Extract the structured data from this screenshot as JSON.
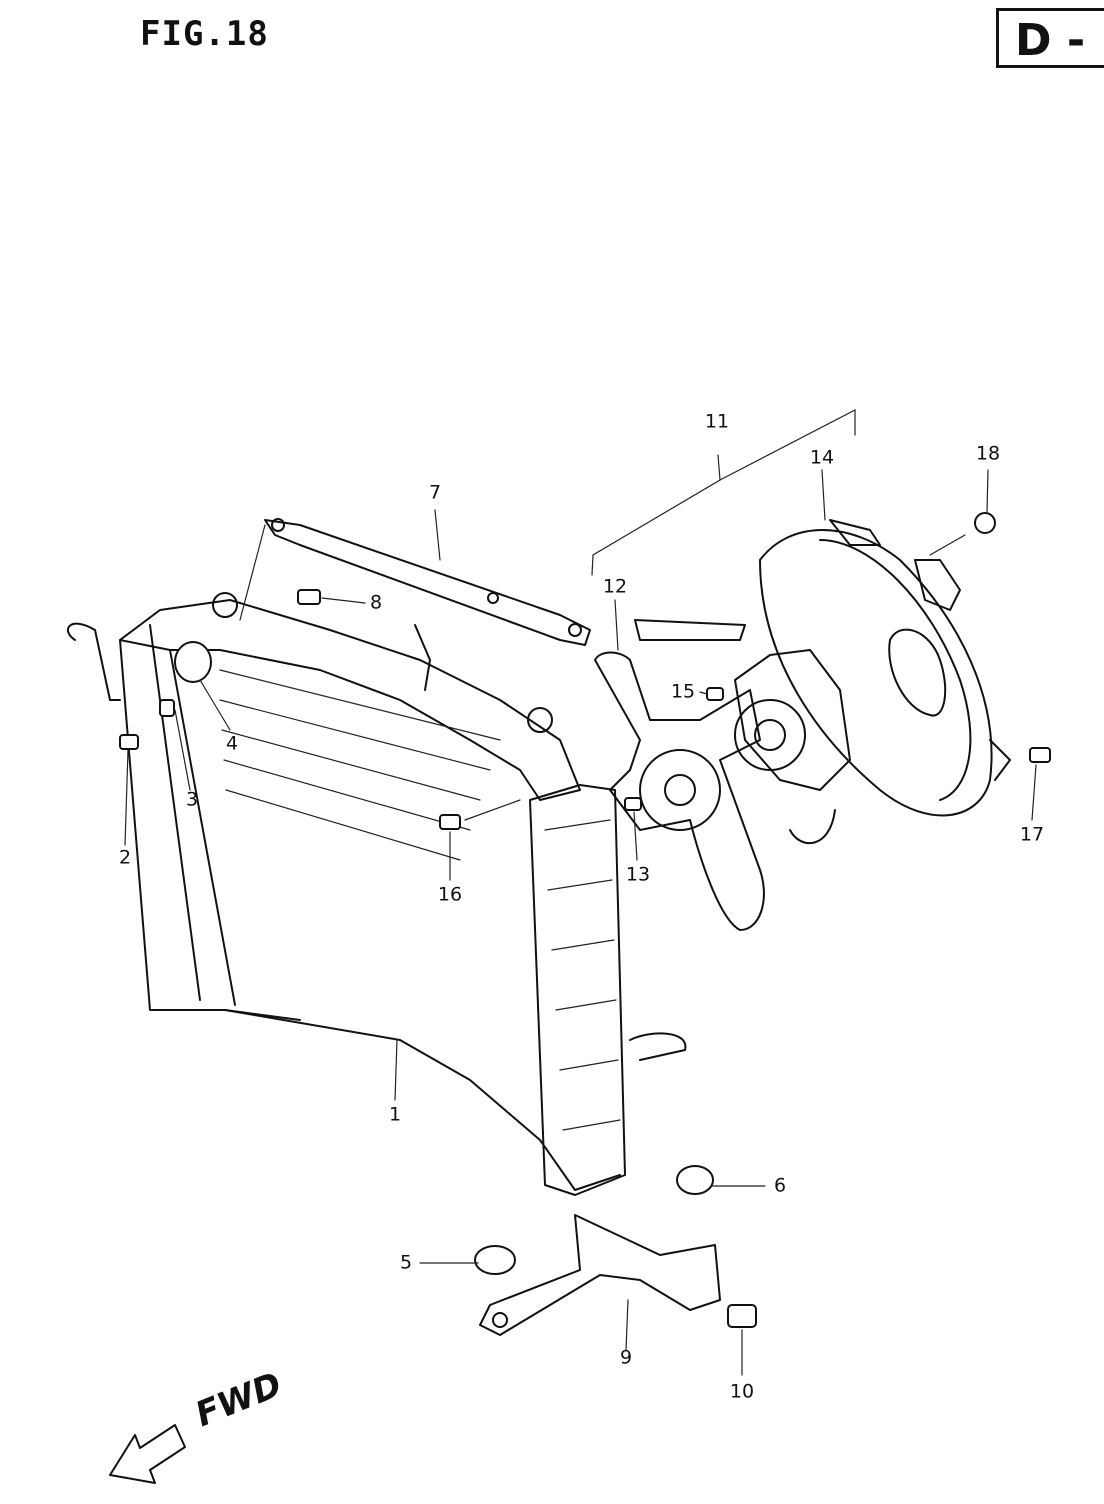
{
  "header": {
    "figure_label": "FIG.18",
    "section_label": "D -"
  },
  "direction_label": "FWD",
  "callouts": [
    {
      "id": "1",
      "label": "1"
    },
    {
      "id": "2",
      "label": "2"
    },
    {
      "id": "3",
      "label": "3"
    },
    {
      "id": "4",
      "label": "4"
    },
    {
      "id": "5",
      "label": "5"
    },
    {
      "id": "6",
      "label": "6"
    },
    {
      "id": "7",
      "label": "7"
    },
    {
      "id": "8",
      "label": "8"
    },
    {
      "id": "9",
      "label": "9"
    },
    {
      "id": "10",
      "label": "10"
    },
    {
      "id": "11",
      "label": "11"
    },
    {
      "id": "12",
      "label": "12"
    },
    {
      "id": "13",
      "label": "13"
    },
    {
      "id": "14",
      "label": "14"
    },
    {
      "id": "15",
      "label": "15"
    },
    {
      "id": "16",
      "label": "16"
    },
    {
      "id": "17",
      "label": "17"
    },
    {
      "id": "18",
      "label": "18"
    }
  ]
}
